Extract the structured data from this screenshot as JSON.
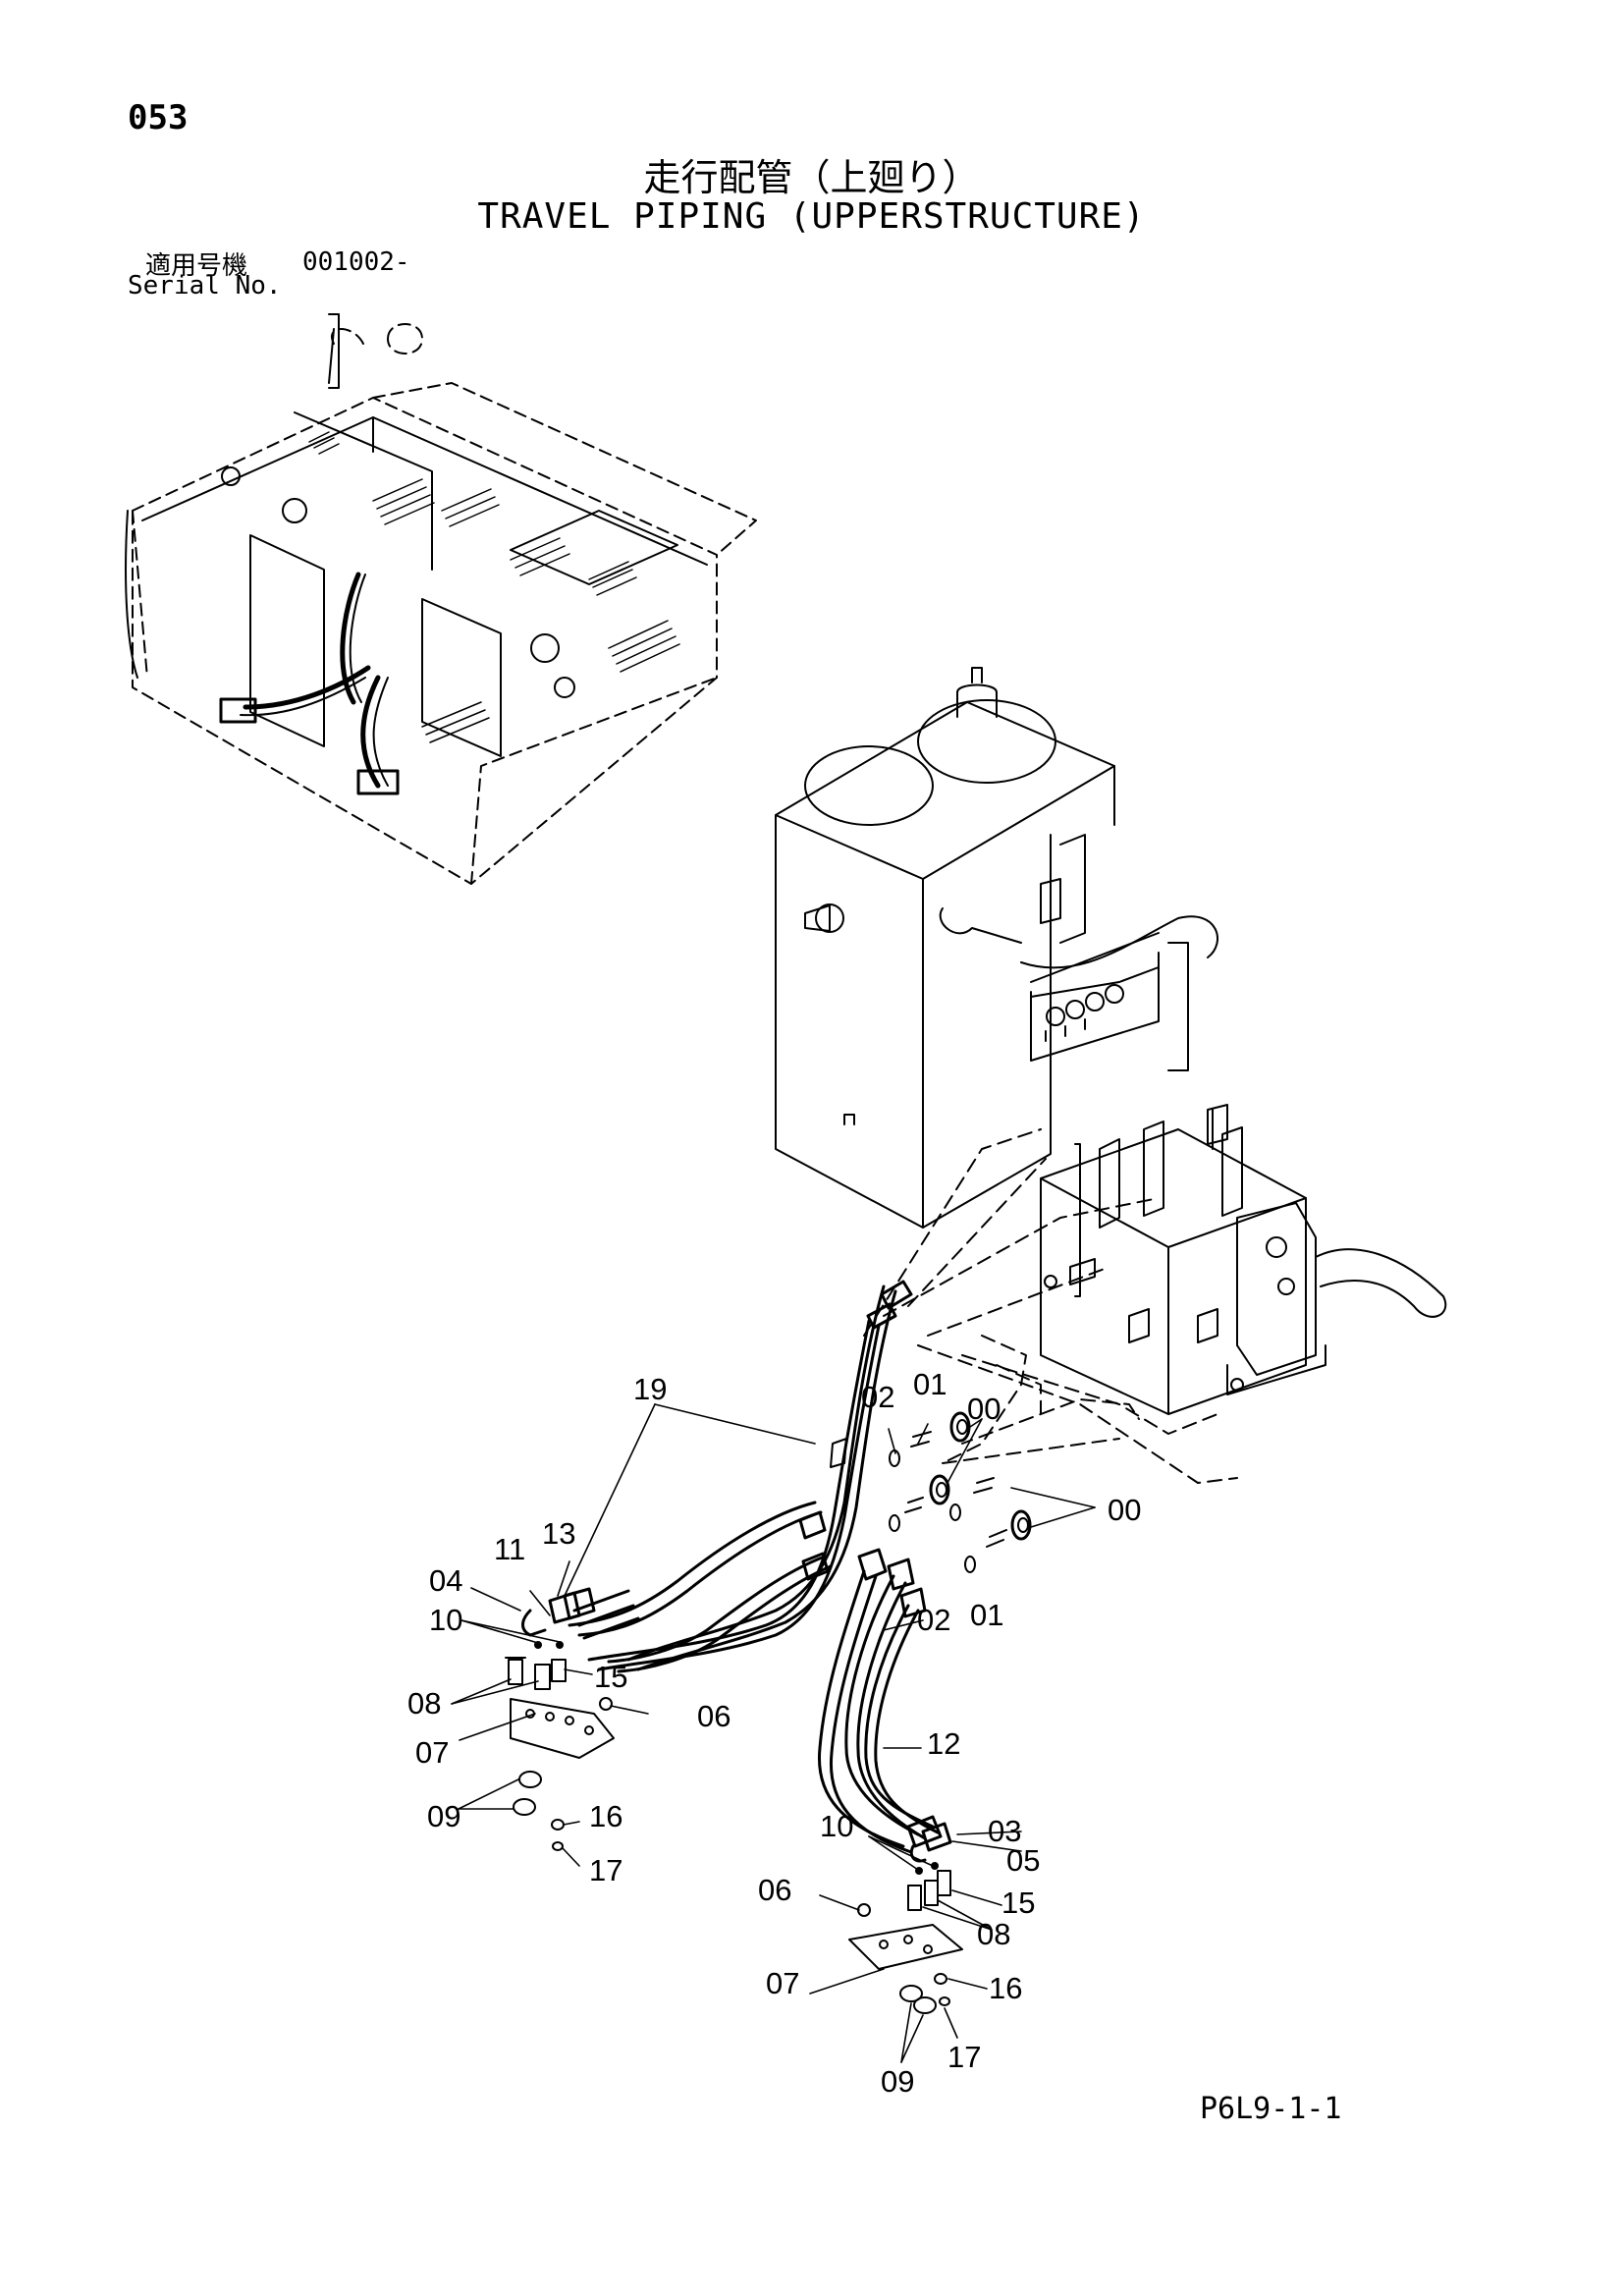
{
  "header": {
    "page_number": "053",
    "title_jp": "走行配管（上廻り）",
    "title_en": "TRAVEL PIPING (UPPERSTRUCTURE)",
    "serial_label_jp": "適用号機",
    "serial_value": "001002-",
    "serial_label_en": "Serial No."
  },
  "footer": {
    "drawing_code": "P6L9-1-1"
  },
  "callouts": [
    {
      "id": "c19",
      "label": "19"
    },
    {
      "id": "c02a",
      "label": "02"
    },
    {
      "id": "c01a",
      "label": "01"
    },
    {
      "id": "c00a",
      "label": "00"
    },
    {
      "id": "c00b",
      "label": "00"
    },
    {
      "id": "c13",
      "label": "13"
    },
    {
      "id": "c11",
      "label": "11"
    },
    {
      "id": "c04",
      "label": "04"
    },
    {
      "id": "c10a",
      "label": "10"
    },
    {
      "id": "c02b",
      "label": "02"
    },
    {
      "id": "c01b",
      "label": "01"
    },
    {
      "id": "c15a",
      "label": "15"
    },
    {
      "id": "c08a",
      "label": "08"
    },
    {
      "id": "c06a",
      "label": "06"
    },
    {
      "id": "c07a",
      "label": "07"
    },
    {
      "id": "c12",
      "label": "12"
    },
    {
      "id": "c09a",
      "label": "09"
    },
    {
      "id": "c16a",
      "label": "16"
    },
    {
      "id": "c17a",
      "label": "17"
    },
    {
      "id": "c10b",
      "label": "10"
    },
    {
      "id": "c03",
      "label": "03"
    },
    {
      "id": "c05",
      "label": "05"
    },
    {
      "id": "c06b",
      "label": "06"
    },
    {
      "id": "c15b",
      "label": "15"
    },
    {
      "id": "c08b",
      "label": "08"
    },
    {
      "id": "c07b",
      "label": "07"
    },
    {
      "id": "c16b",
      "label": "16"
    },
    {
      "id": "c17b",
      "label": "17"
    },
    {
      "id": "c09b",
      "label": "09"
    }
  ]
}
